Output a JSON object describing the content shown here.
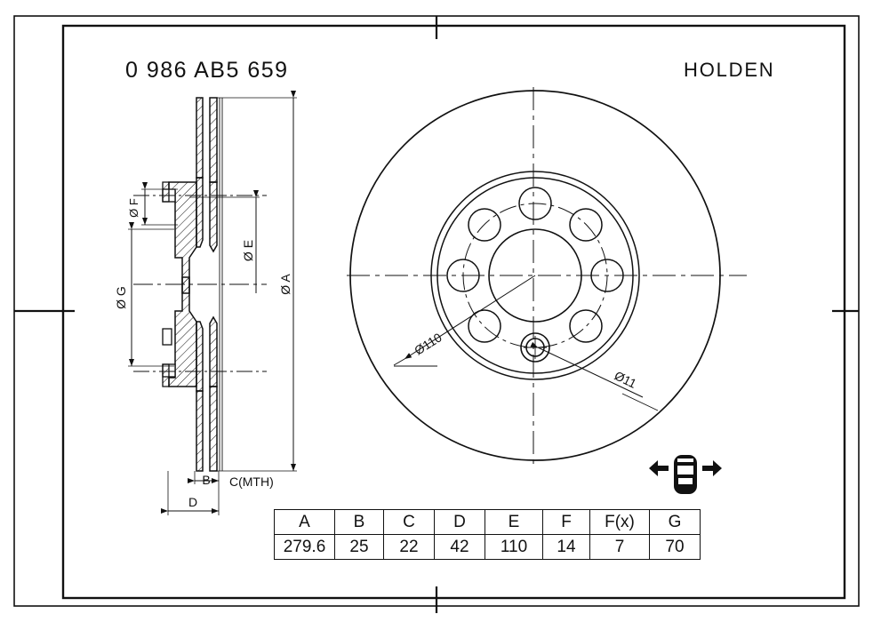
{
  "drawing": {
    "part_number": "0 986 AB5 659",
    "brand": "HOLDEN",
    "axle_icon_name": "car-top-view-front-axle-icon"
  },
  "section_view": {
    "labels": {
      "dia_f": "Ø F",
      "dia_g": "Ø G",
      "dia_e": "Ø E",
      "dia_a": "Ø A",
      "b": "B",
      "c_mth": "C(MTH)",
      "d": "D"
    }
  },
  "face_view": {
    "leaders": {
      "bolt_circle": "Ø110",
      "bolt_hole": "Ø11"
    }
  },
  "dimension_table": {
    "headers": [
      "A",
      "B",
      "C",
      "D",
      "E",
      "F",
      "F(x)",
      "G"
    ],
    "values": [
      "279.6",
      "25",
      "22",
      "42",
      "110",
      "14",
      "7",
      "70"
    ]
  },
  "colors": {
    "line": "#111111",
    "background": "#ffffff"
  }
}
